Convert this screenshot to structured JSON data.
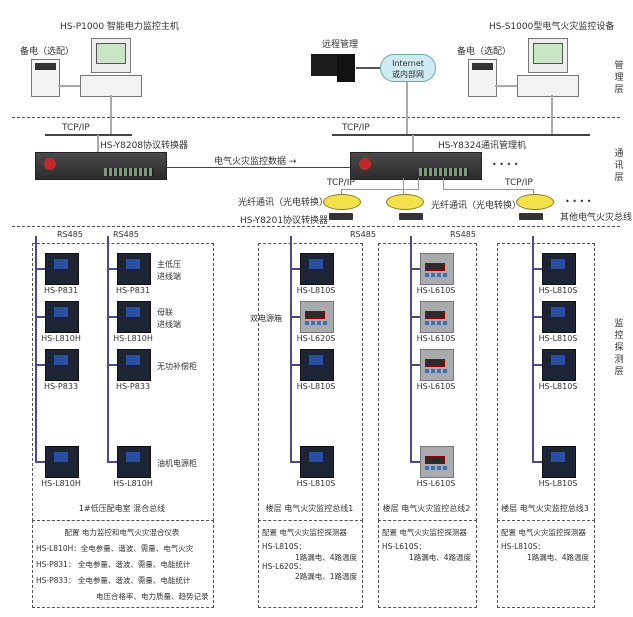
{
  "management": {
    "left_host_title": "HS-P1000 智能电力监控主机",
    "left_ups_label": "备电（选配）",
    "remote_label": "远程管理",
    "cloud_line1": "Internet",
    "cloud_line2": "或内部网",
    "right_host_title": "HS-S1000型电气火灾监控设备",
    "right_ups_label": "备电（选配）"
  },
  "layers": {
    "management": "管理层",
    "communication": "通讯层",
    "monitoring": "监控探测层"
  },
  "communication": {
    "tcp_left": "TCP/IP",
    "tcp_right": "TCP/IP",
    "left_converter": "HS-Y8208协议转换器",
    "right_manager": "HS-Y8324通讯管理机",
    "data_link_label": "电气火灾监控数据 →",
    "dots1": "• • • •",
    "tcp_sub1": "TCP/IP",
    "tcp_sub2": "TCP/IP",
    "fiber1": "光纤通讯（光电转换）",
    "fiber2": "光纤通讯（光电转换）",
    "y8201": "HS-Y8201协议转换器",
    "dots2": "• • • •",
    "other_bus": "其他电气火灾总线"
  },
  "rs485": [
    "RS485",
    "RS485",
    "RS485",
    "RS485"
  ],
  "groups": [
    {
      "title": "1#低压配电室  混合总线",
      "columns": [
        {
          "devices": [
            {
              "model": "HS-P831",
              "icon": "meter-dark"
            },
            {
              "model": "HS-L810H",
              "icon": "meter-dark"
            },
            {
              "model": "HS-P833",
              "icon": "meter-dark"
            },
            {
              "model": "HS-L810H",
              "icon": "meter-dark"
            }
          ]
        },
        {
          "devices": [
            {
              "model": "HS-P831",
              "icon": "meter-dark",
              "note": "主低压\n进线端"
            },
            {
              "model": "HS-L810H",
              "icon": "meter-dark",
              "note": "母联\n进线端"
            },
            {
              "model": "HS-P833",
              "icon": "meter-dark",
              "note": "无功补偿柜"
            },
            {
              "model": "HS-L810H",
              "icon": "meter-dark",
              "note": "油机电源柜"
            }
          ]
        }
      ],
      "config": [
        "配置  电力监控和电气火灾混合仪表",
        "HS-L810H：全电参量、谐波、需量、电气火灾",
        "HS-P831：  全电参量、谐波、需量、电能统计",
        "HS-P833：  全电参量、谐波、需量、电能统计",
        "电压合格率、电力质量、趋势记录"
      ]
    },
    {
      "title": "楼层  电气火灾监控总线1",
      "columns": [
        {
          "devices": [
            {
              "model": "HS-L810S",
              "icon": "meter-dark"
            },
            {
              "model": "HS-L620S",
              "icon": "din-meter",
              "note": "双电源箱"
            },
            {
              "model": "HS-L810S",
              "icon": "meter-dark"
            },
            {
              "model": "HS-L810S",
              "icon": "meter-dark"
            }
          ]
        }
      ],
      "config": [
        "配置  电气火灾监控探测器",
        "HS-L810S：",
        "1路漏电、4路温度",
        "HS-L620S：",
        "2路漏电、1路温度"
      ]
    },
    {
      "title": "楼层  电气火灾监控总线2",
      "columns": [
        {
          "devices": [
            {
              "model": "HS-L610S",
              "icon": "din-meter"
            },
            {
              "model": "HS-L610S",
              "icon": "din-meter"
            },
            {
              "model": "HS-L610S",
              "icon": "din-meter"
            },
            {
              "model": "HS-L610S",
              "icon": "din-meter"
            }
          ]
        }
      ],
      "config": [
        "配置 电气火灾监控探测器",
        "HS-L610S：",
        "1路漏电、4路温度"
      ]
    },
    {
      "title": "楼层  电气火灾监控总线3",
      "columns": [
        {
          "devices": [
            {
              "model": "HS-L810S",
              "icon": "meter-dark"
            },
            {
              "model": "HS-L810S",
              "icon": "meter-dark"
            },
            {
              "model": "HS-L810S",
              "icon": "meter-dark"
            },
            {
              "model": "HS-L810S",
              "icon": "meter-dark"
            }
          ]
        }
      ],
      "config": [
        "配置 电气火灾监控探测器",
        "HS-L810S：",
        "1路漏电、4路温度"
      ]
    }
  ]
}
